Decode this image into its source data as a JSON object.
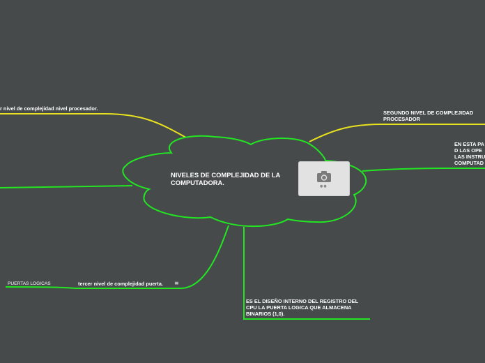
{
  "colors": {
    "background": "#464a4b",
    "green_branch": "#22e622",
    "yellow_branch": "#e8e21e",
    "cloud_fill": "#464a4b",
    "text": "#ffffff"
  },
  "central_topic": {
    "title": "NIVELES DE COMPLEJIDAD DE LA COMPUTADORA.",
    "shape": "cloud",
    "has_image": true,
    "image_icon": "camera-icon"
  },
  "branches": {
    "primer": {
      "label": "r nivel de complejidad nivel procesador.",
      "color": "#e8e21e"
    },
    "segundo": {
      "label": "SEGUNDO NIVEL DE COMPLEJIDAD\nPROCESADOR",
      "color": "#e8e21e"
    },
    "en_esta": {
      "label": "EN ESTA PA\nD LAS OPE\nLAS INSTRU\nCOMPUTAD",
      "color": "#22e622"
    },
    "left_green": {
      "label": "",
      "color": "#22e622"
    },
    "tercer": {
      "label": "tercer nivel de complejidad puerta.",
      "color": "#22e622",
      "notes_icon": "notes-icon",
      "child": "PUERTAS LOGICAS"
    },
    "diseno": {
      "label": "ES EL DISEÑO INTERNO DEL REGISTRO DEL\nCPU LA PUERTA LOGICA QUE ALMACENA\nBINARIOS (1,0).",
      "color": "#22e622"
    }
  }
}
